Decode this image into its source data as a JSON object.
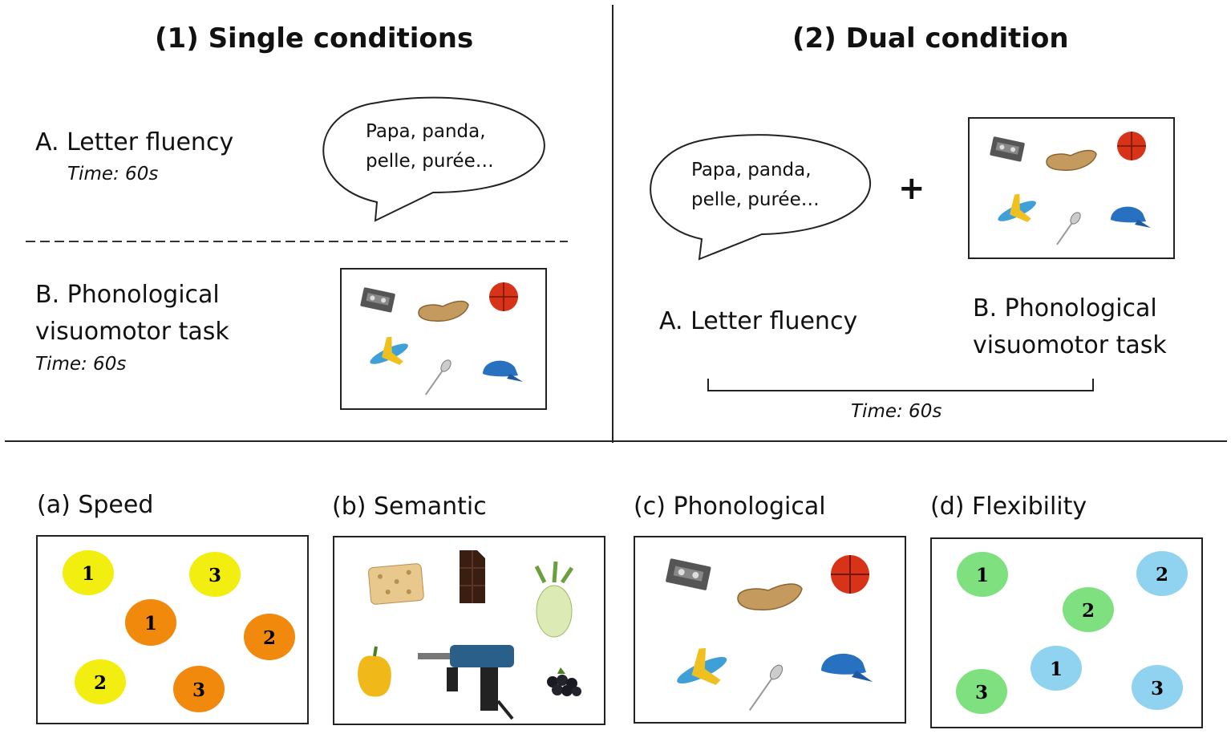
{
  "top": {
    "single": {
      "heading": "(1) Single conditions",
      "task_a": {
        "label": "A. Letter fluency",
        "time": "Time: 60s"
      },
      "task_b": {
        "label_line1": "B. Phonological",
        "label_line2": "visuomotor task",
        "time": "Time: 60s"
      },
      "bubble": {
        "line1": "Papa, panda,",
        "line2": "pelle, purée…"
      }
    },
    "dual": {
      "heading": "(2) Dual condition",
      "bubble": {
        "line1": "Papa, panda,",
        "line2": "pelle, purée…"
      },
      "plus": "+",
      "task_a": {
        "label": "A. Letter fluency"
      },
      "task_b": {
        "label_line1": "B. Phonological",
        "label_line2": "visuomotor task"
      },
      "time": "Time: 60s"
    }
  },
  "panels": [
    {
      "title": "(a) Speed",
      "kind": "numbers",
      "items": [
        {
          "n": "1",
          "color": "#f2ee0f"
        },
        {
          "n": "3",
          "color": "#f2ee0f"
        },
        {
          "n": "1",
          "color": "#f0890c"
        },
        {
          "n": "2",
          "color": "#f0890c"
        },
        {
          "n": "2",
          "color": "#f2ee0f"
        },
        {
          "n": "3",
          "color": "#f0890c"
        }
      ]
    },
    {
      "title": "(b) Semantic",
      "kind": "objects",
      "items": [
        "sponge-icon",
        "chocolate-icon",
        "fennel-icon",
        "pepper-icon",
        "drill-icon",
        "blackberry-icon"
      ]
    },
    {
      "title": "(c) Phonological",
      "kind": "objects",
      "items": [
        "cassette-icon",
        "clog-icon",
        "ball-icon",
        "plane-icon",
        "spoon-icon",
        "cap-icon"
      ]
    },
    {
      "title": "(d) Flexibility",
      "kind": "numbers",
      "items": [
        {
          "n": "1",
          "color": "#7fe07f"
        },
        {
          "n": "2",
          "color": "#8fd3f0"
        },
        {
          "n": "2",
          "color": "#7fe07f"
        },
        {
          "n": "1",
          "color": "#8fd3f0"
        },
        {
          "n": "3",
          "color": "#7fe07f"
        },
        {
          "n": "3",
          "color": "#8fd3f0"
        }
      ]
    }
  ]
}
